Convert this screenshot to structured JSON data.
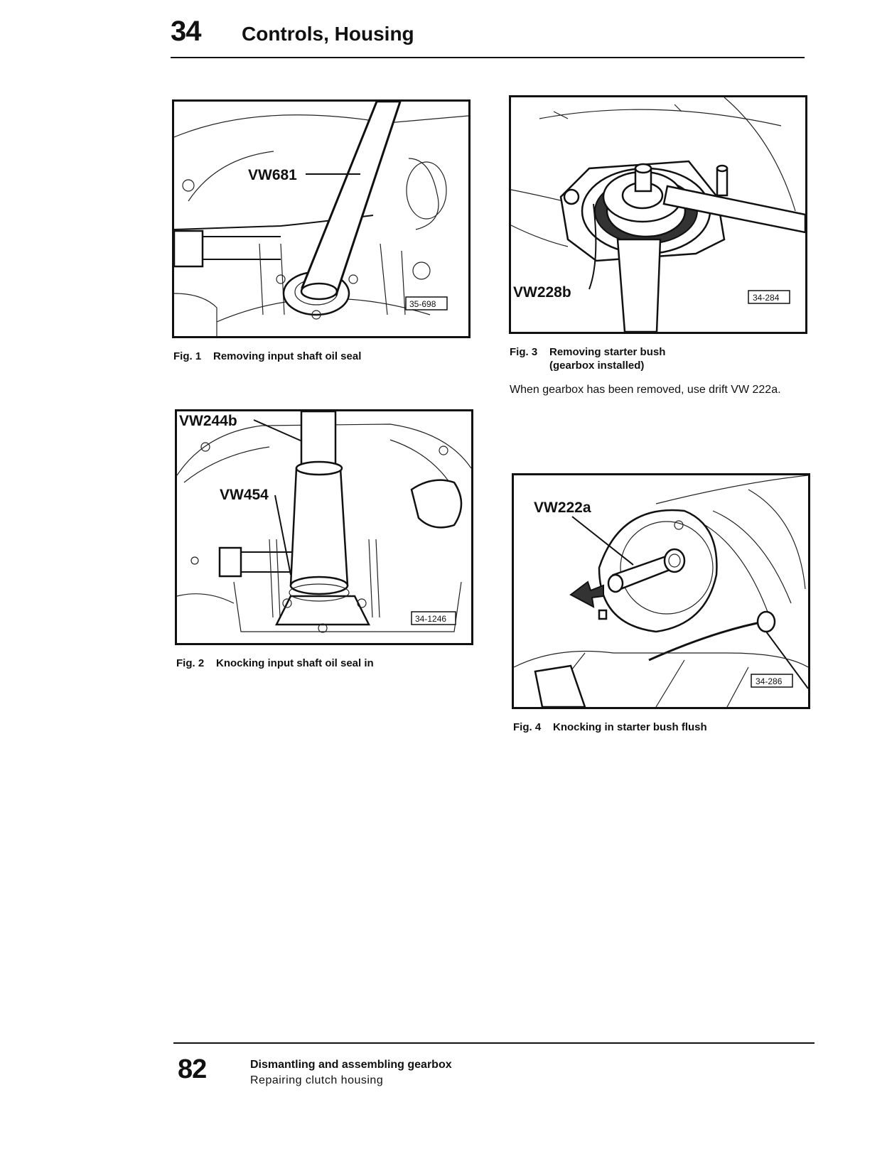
{
  "header": {
    "chapter_number": "34",
    "chapter_title": "Controls, Housing"
  },
  "figures": [
    {
      "id": "fig1",
      "tool_labels": [
        "VW681"
      ],
      "reference_number": "35-698",
      "caption_label": "Fig. 1",
      "caption": "Removing input shaft oil seal"
    },
    {
      "id": "fig2",
      "tool_labels": [
        "VW244b",
        "VW454"
      ],
      "reference_number": "34-1246",
      "caption_label": "Fig. 2",
      "caption": "Knocking input shaft oil seal in"
    },
    {
      "id": "fig3",
      "tool_labels": [
        "VW228b"
      ],
      "reference_number": "34-284",
      "caption_label": "Fig. 3",
      "caption_line1": "Removing starter bush",
      "caption_line2": "(gearbox installed)",
      "note": "When gearbox has been removed, use drift VW 222a."
    },
    {
      "id": "fig4",
      "tool_labels": [
        "VW222a"
      ],
      "reference_number": "34-286",
      "caption_label": "Fig. 4",
      "caption": "Knocking in starter bush flush"
    }
  ],
  "footer": {
    "page_number": "82",
    "section_title": "Dismantling and assembling gearbox",
    "subsection_title": "Repairing clutch housing"
  }
}
